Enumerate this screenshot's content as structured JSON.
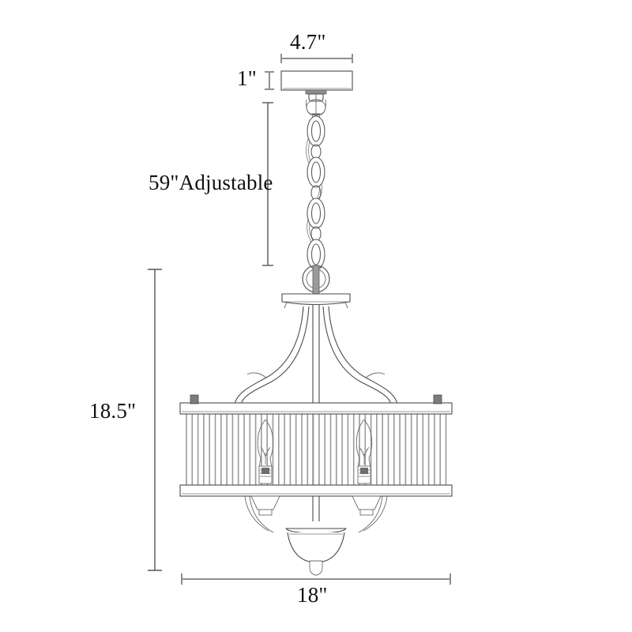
{
  "drawing": {
    "type": "technical-dimension-drawing",
    "subject": "pendant-chandelier-light-fixture",
    "units": "inches",
    "line_color": "#3a3a3a",
    "dimension_line_color": "#8c8c8c",
    "text_color": "#111111",
    "background_color": "#ffffff"
  },
  "dimensions": {
    "canopy_width": {
      "label": "4.7\"",
      "value": 4.7,
      "orientation": "horizontal",
      "position": "top"
    },
    "canopy_height": {
      "label": "1\"",
      "value": 1,
      "orientation": "vertical",
      "position": "top-left"
    },
    "chain_drop": {
      "label": "59\"Adjustable",
      "value": 59,
      "note": "Adjustable",
      "orientation": "vertical",
      "position": "upper-left"
    },
    "fixture_height": {
      "label": "18.5\"",
      "value": 18.5,
      "orientation": "vertical",
      "position": "left"
    },
    "fixture_width": {
      "label": "18\"",
      "value": 18,
      "orientation": "horizontal",
      "position": "bottom"
    }
  },
  "fixture_parts": {
    "canopy": "ceiling-canopy-plate",
    "hanger": "canopy-loop",
    "chain": "suspension-chain",
    "chain_links": 7,
    "wire": "hanging-wire",
    "top_ring": "chain-mount-ring",
    "yoke": "support-disc",
    "arms": "ogee-curved-arms",
    "shade": "slatted-drum-shade",
    "shade_slats": 47,
    "bulbs": "candle-bulbs",
    "bulb_count": 2,
    "finial": "bottom-bowl-finial",
    "ball": "drop-ball"
  }
}
